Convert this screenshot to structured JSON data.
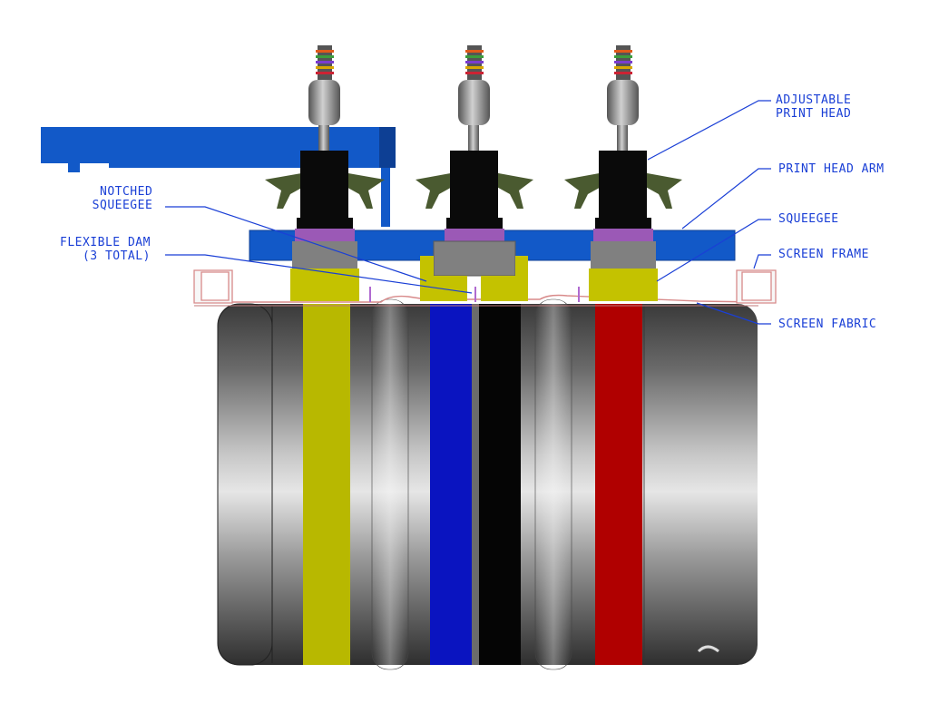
{
  "labels": {
    "adjustable_print_head": {
      "line1": "ADJUSTABLE",
      "line2": "PRINT HEAD"
    },
    "print_head_arm": "PRINT HEAD ARM",
    "notched_squeegee": {
      "line1": "NOTCHED",
      "line2": "SQUEEGEE"
    },
    "squeegee": "SQUEEGEE",
    "flexible_dam": {
      "line1": "FLEXIBLE DAM",
      "line2": "(3 TOTAL)"
    },
    "screen_frame": "SCREEN FRAME",
    "screen_fabric": "SCREEN FABRIC"
  },
  "colors": {
    "label_text": "#1a3fd6",
    "leader_line": "#1a3fd6",
    "arm_blue": "#1259c8",
    "squeegee_yellow": "#c4c200",
    "holder_black": "#0a0a0a",
    "handle_green": "#4a5a30",
    "spacer_purple": "#9b59b6",
    "stripe_yellow": "#b8b800",
    "stripe_blue": "#0a14c0",
    "stripe_black": "#050505",
    "stripe_red": "#b00000",
    "frame_pink": "#d88a8a",
    "drum_gray": "#8a8a8a"
  },
  "icons": [
    "spring-icon",
    "t-handle-icon"
  ]
}
